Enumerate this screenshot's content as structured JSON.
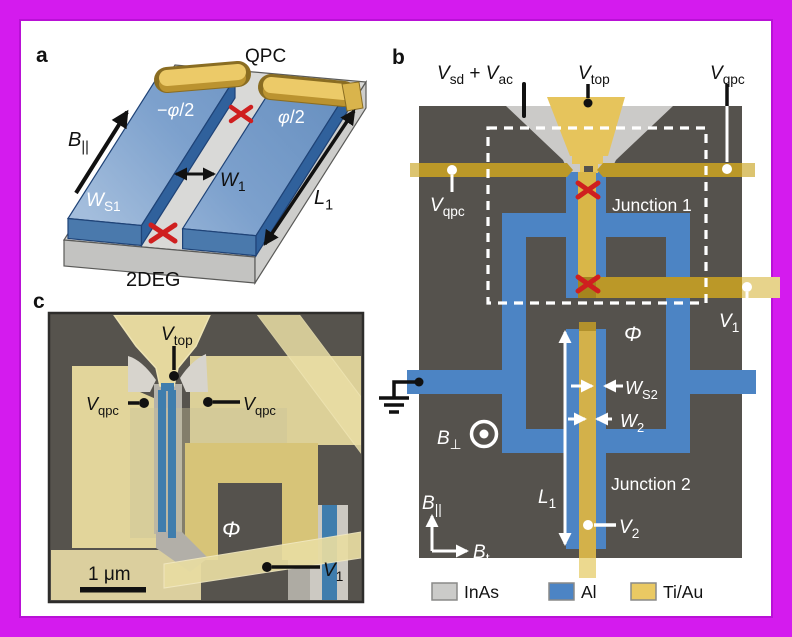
{
  "figure": {
    "border_color": "#d41bee",
    "background": "#ffffff"
  },
  "colors": {
    "dark_background": "#55524d",
    "al_blue": "#4c84c4",
    "tiau_gold": "#d9b648",
    "inas_gray": "#cbcac8",
    "red_x": "#cf1f1f"
  },
  "panel_a": {
    "label": "a",
    "qpc": "QPC",
    "twodeg": "2DEG",
    "b_par": [
      {
        "t": "B",
        "s": "i"
      },
      {
        "t": "||",
        "s": "sub"
      }
    ],
    "phase_left": [
      {
        "t": "−",
        "s": "n"
      },
      {
        "t": "φ",
        "s": "i"
      },
      {
        "t": "/2",
        "s": "n"
      }
    ],
    "phase_right": [
      {
        "t": "φ",
        "s": "i"
      },
      {
        "t": "/2",
        "s": "n"
      }
    ],
    "w_s1": [
      {
        "t": "W",
        "s": "i"
      },
      {
        "t": "S1",
        "s": "sub"
      }
    ],
    "w_1": [
      {
        "t": "W",
        "s": "i"
      },
      {
        "t": "1",
        "s": "sub"
      }
    ],
    "l_1": [
      {
        "t": "L",
        "s": "i"
      },
      {
        "t": "1",
        "s": "sub"
      }
    ]
  },
  "panel_b": {
    "label": "b",
    "v_sd_ac": [
      {
        "t": "V",
        "s": "i"
      },
      {
        "t": "sd",
        "s": "sub"
      },
      {
        "t": " + ",
        "s": "n"
      },
      {
        "t": "V",
        "s": "i"
      },
      {
        "t": "ac",
        "s": "sub"
      }
    ],
    "v_top": [
      {
        "t": "V",
        "s": "i"
      },
      {
        "t": "top",
        "s": "sub"
      }
    ],
    "v_qpc": [
      {
        "t": "V",
        "s": "i"
      },
      {
        "t": "qpc",
        "s": "sub"
      }
    ],
    "junction1": "Junction 1",
    "v_1": [
      {
        "t": "V",
        "s": "i"
      },
      {
        "t": "1",
        "s": "sub"
      }
    ],
    "phi": [
      {
        "t": "Φ",
        "s": "i"
      }
    ],
    "w_s2": [
      {
        "t": "W",
        "s": "i"
      },
      {
        "t": "S2",
        "s": "sub"
      }
    ],
    "w_2": [
      {
        "t": "W",
        "s": "i"
      },
      {
        "t": "2",
        "s": "sub"
      }
    ],
    "l_1": [
      {
        "t": "L",
        "s": "i"
      },
      {
        "t": "1",
        "s": "sub"
      }
    ],
    "junction2": "Junction 2",
    "v_2": [
      {
        "t": "V",
        "s": "i"
      },
      {
        "t": "2",
        "s": "sub"
      }
    ],
    "b_perp": [
      {
        "t": "B",
        "s": "i"
      },
      {
        "t": "⊥",
        "s": "sub"
      }
    ],
    "b_par": [
      {
        "t": "B",
        "s": "i"
      },
      {
        "t": "||",
        "s": "sub"
      }
    ],
    "b_t": [
      {
        "t": "B",
        "s": "i"
      },
      {
        "t": "t",
        "s": "sub"
      }
    ],
    "legend": [
      {
        "label": "InAs",
        "color": "#cbcbc9"
      },
      {
        "label": "Al",
        "color": "#4c84c4"
      },
      {
        "label": "Ti/Au",
        "color": "#eac963"
      }
    ]
  },
  "panel_c": {
    "label": "c",
    "v_top": [
      {
        "t": "V",
        "s": "i"
      },
      {
        "t": "top",
        "s": "sub"
      }
    ],
    "v_qpc": [
      {
        "t": "V",
        "s": "i"
      },
      {
        "t": "qpc",
        "s": "sub"
      }
    ],
    "phi": [
      {
        "t": "Φ",
        "s": "i"
      }
    ],
    "v_1": [
      {
        "t": "V",
        "s": "i"
      },
      {
        "t": "1",
        "s": "sub"
      }
    ],
    "scale_bar": "1 μm"
  }
}
